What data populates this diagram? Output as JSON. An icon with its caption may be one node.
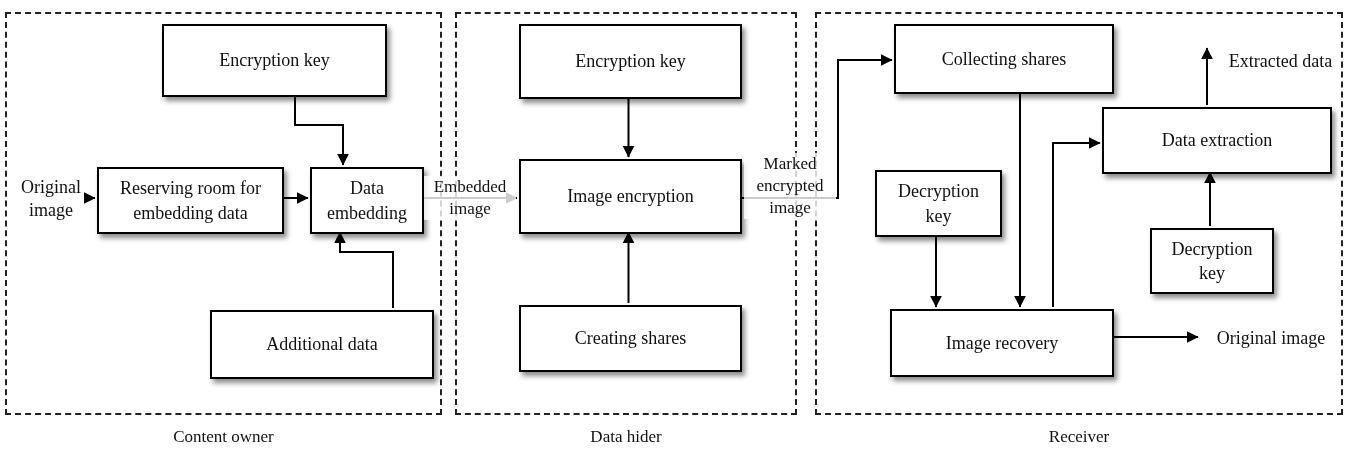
{
  "diagram": {
    "nodes": [
      {
        "text": [
          "Content owner"
        ]
      },
      {
        "text": [
          "Encryption key"
        ],
        "in": 0
      },
      {
        "text": [
          "Reserving room for embedding data"
        ],
        "in": 0
      },
      {
        "text": [
          "Data embedding"
        ],
        "in": 0
      },
      {
        "text": [
          "Additional data"
        ],
        "in": 0
      },
      {
        "text": [
          "Data hider"
        ]
      },
      {
        "text": [
          "Encryption key"
        ],
        "in": 5
      },
      {
        "text": [
          "Image encryption"
        ],
        "in": 5
      },
      {
        "text": [
          "Creating shares"
        ],
        "in": 5
      },
      {
        "text": [
          "Receiver"
        ]
      },
      {
        "text": [
          "Collecting shares"
        ],
        "in": 9
      },
      {
        "text": [
          "Decryption key"
        ],
        "in": 9
      },
      {
        "text": [
          "Data extraction"
        ],
        "in": 9
      },
      {
        "text": [
          "Decryption key"
        ],
        "in": 9
      },
      {
        "text": [
          "Image recovery"
        ],
        "in": 9
      },
      {
        "text": [
          "Original image"
        ],
        "in": 0
      },
      {
        "text": [
          "Extracted data"
        ],
        "in": 9
      },
      {
        "text": [
          "Original image"
        ],
        "in": 9
      }
    ],
    "edges": [
      {
        "from": 15,
        "to": 2,
        "arrow": "to"
      },
      {
        "from": 1,
        "to": 3,
        "arrow": "to"
      },
      {
        "from": 2,
        "to": 3,
        "arrow": "to"
      },
      {
        "from": 4,
        "to": 3,
        "arrow": "to"
      },
      {
        "from": 3,
        "to": 7,
        "arrow": "to",
        "label": "Embedded image"
      },
      {
        "from": 6,
        "to": 7,
        "arrow": "to"
      },
      {
        "from": 8,
        "to": 7,
        "arrow": "to"
      },
      {
        "from": 7,
        "to": 10,
        "arrow": "to",
        "label": "Marked encrypted image"
      },
      {
        "from": 10,
        "to": 14,
        "arrow": "to"
      },
      {
        "from": 11,
        "to": 14,
        "arrow": "to"
      },
      {
        "from": 14,
        "to": 12,
        "arrow": "to"
      },
      {
        "from": 13,
        "to": 12,
        "arrow": "to"
      },
      {
        "from": 12,
        "to": 16,
        "arrow": "to"
      },
      {
        "from": 14,
        "to": 17,
        "arrow": "to"
      }
    ]
  }
}
